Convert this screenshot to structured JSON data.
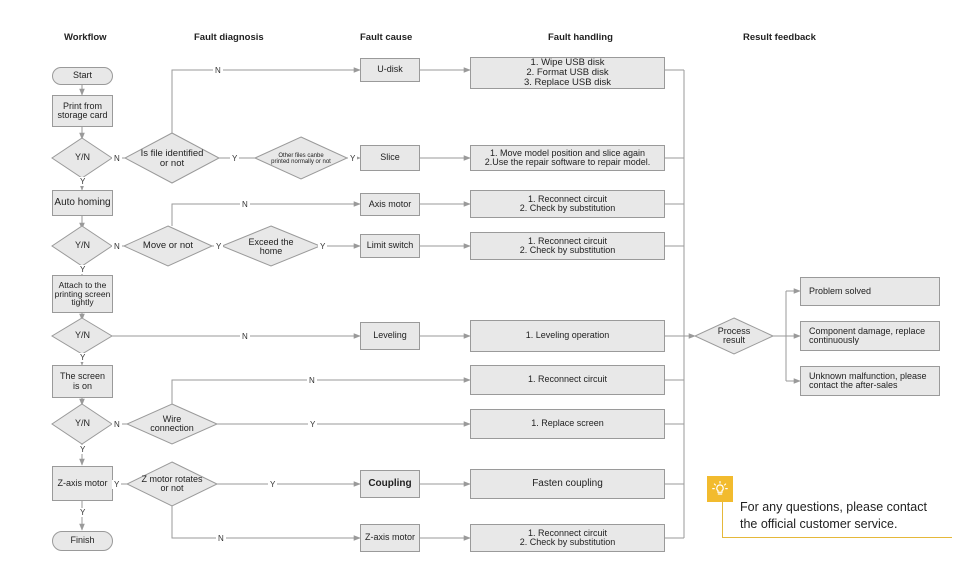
{
  "headers": {
    "workflow": "Workflow",
    "diagnosis": "Fault diagnosis",
    "cause": "Fault cause",
    "handling": "Fault handling",
    "feedback": "Result feedback"
  },
  "workflow": {
    "start": "Start",
    "print": "Print  from\nstorage card",
    "yn": "Y/N",
    "homing": "Auto homing",
    "attach": "Attach to the\nprinting screen\ntightly",
    "screen_on": "The screen\nis on",
    "zaxis": "Z-axis motor",
    "finish": "Finish"
  },
  "diagnosis": {
    "identified": "Is file identified\nor not",
    "other_files": "Other files canbe\nprinted normally or not",
    "move": "Move or not",
    "exceed": "Exceed  the\nhome",
    "wire": "Wire\nconnection",
    "zrotate": "Z motor rotates\nor not"
  },
  "causes": {
    "udisk": "U-disk",
    "slice": "Slice",
    "axis": "Axis motor",
    "limit": "Limit switch",
    "leveling": "Leveling",
    "coupling": "Coupling",
    "zmotor": "Z-axis motor"
  },
  "handling": {
    "udisk": "1. Wipe USB disk\n2. Format USB disk\n3. Replace USB disk",
    "slice": "1. Move model position and slice again\n2.Use the repair software to repair model.",
    "axis": "1. Reconnect circuit\n2. Check by substitution",
    "limit": "1. Reconnect circuit\n2. Check by substitution",
    "leveling": "1. Leveling operation",
    "reconnect": "1. Reconnect circuit",
    "replace_screen": "1. Replace screen",
    "coupling": "Fasten coupling",
    "zmotor": "1. Reconnect circuit\n2. Check by substitution"
  },
  "result": {
    "process": "Process\nresult",
    "solved": "Problem solved",
    "damage": "Component damage, replace\ncontinuously",
    "unknown": "Unknown malfunction, please\ncontact the after-sales"
  },
  "edge_labels": {
    "n": "N",
    "y": "Y"
  },
  "note": {
    "text": "For any questions, please contact\nthe official customer service.",
    "icon": "lightbulb-icon",
    "accent": "#f2bb2e"
  },
  "colors": {
    "box_fill": "#e8e8e8",
    "box_border": "#9a9a9a",
    "line": "#9a9a9a"
  }
}
